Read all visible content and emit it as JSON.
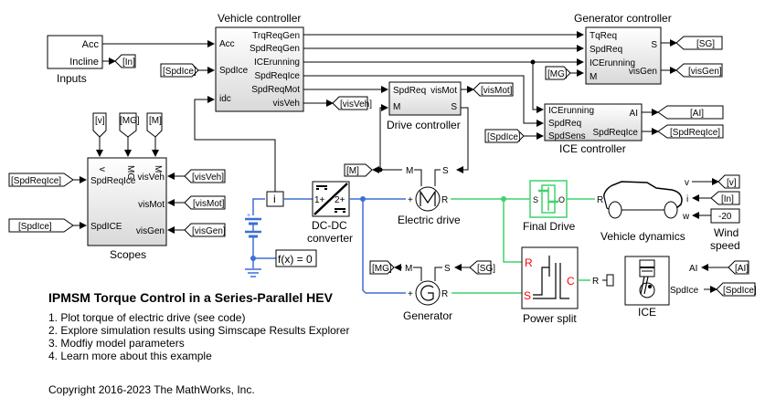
{
  "blocks": {
    "inputs": {
      "name": "Inputs",
      "ports": {
        "acc": "Acc",
        "incline": "Incline"
      }
    },
    "vehicle_controller": {
      "name": "Vehicle controller",
      "inputs": [
        "Acc",
        "SpdIce",
        "idc"
      ],
      "outputs": [
        "TrqReqGen",
        "SpdReqGen",
        "ICErunning",
        "SpdReqIce",
        "SpdReqMot",
        "visVeh"
      ]
    },
    "generator_controller": {
      "name": "Generator controller",
      "inputs": [
        "TqReq",
        "SpdReq",
        "ICErunning",
        "M"
      ],
      "outputs": [
        "S",
        "visGen"
      ]
    },
    "drive_controller": {
      "name": "Drive controller",
      "inputs": [
        "SpdReq",
        "M"
      ],
      "outputs": [
        "visMot",
        "S"
      ]
    },
    "ice_controller": {
      "name": "ICE controller",
      "inputs": [
        "ICErunning",
        "SpdReq",
        "SpdSens"
      ],
      "outputs": [
        "AI",
        "SpdReqIce"
      ]
    },
    "scopes": {
      "name": "Scopes",
      "top_ports": [
        "v",
        "MG",
        "M"
      ],
      "left_ports": [
        "SpdReqIce",
        "SpdICE"
      ],
      "right_ports": [
        "visVeh",
        "visMot",
        "visGen"
      ]
    },
    "dcdc": {
      "name_line1": "DC-DC",
      "name_line2": "converter",
      "port1": "1+",
      "port2": "2+"
    },
    "electric_drive": {
      "name": "Electric drive",
      "m": "M",
      "s": "S",
      "plus": "+",
      "r": "R"
    },
    "generator": {
      "name": "Generator",
      "m": "M",
      "s": "S",
      "plus": "+",
      "r": "R"
    },
    "final_drive": {
      "name": "Final Drive",
      "s": "S",
      "o": "O"
    },
    "vehicle_dynamics": {
      "name": "Vehicle dynamics",
      "r": "R",
      "v": "v",
      "i": "i",
      "w": "w"
    },
    "wind_speed": {
      "name_line1": "Wind",
      "name_line2": "speed",
      "value": "-20"
    },
    "power_split": {
      "name": "Power split",
      "r": "R",
      "s": "S",
      "c": "C"
    },
    "ice": {
      "name": "ICE",
      "r": "R",
      "ai": "AI",
      "spdice": "SpdIce"
    },
    "current_sensor": {
      "label": "i"
    },
    "solver": {
      "label": "f(x) = 0"
    }
  },
  "tags": {
    "in": "[In]",
    "spdice": "[SpdIce]",
    "visveh": "[visVeh]",
    "vismot": "[visMot]",
    "visgen": "[visGen]",
    "sg": "[SG]",
    "mg": "[MG]",
    "m": "[M]",
    "v": "[v]",
    "ai": "[AI]",
    "spdreqice": "[SpdReqIce]"
  },
  "notes": {
    "title": "IPMSM Torque Control in a Series-Parallel HEV",
    "items": [
      "1. Plot torque of electric drive (see code)",
      "2. Explore simulation results using Simscape Results Explorer",
      "3. Modfiy model parameters",
      "4. Learn more about this example"
    ],
    "copyright": "Copyright 2016-2023 The MathWorks, Inc."
  },
  "colors": {
    "electrical": "#3b6fd6",
    "mechanical": "#3fd36a",
    "port_label": "#ff0000"
  }
}
